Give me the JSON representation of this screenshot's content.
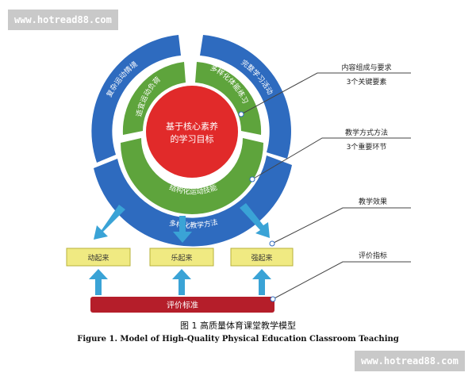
{
  "watermark": {
    "top": "www.hotread88.com",
    "bottom": "www.hotread88.com"
  },
  "diagram": {
    "core_line1": "基于核心素养",
    "core_line2": "的学习目标",
    "inner_ring": {
      "left": "适宜运动负荷",
      "right": "多样化体能练习",
      "bottom": "结构化运动技能"
    },
    "outer_ring": {
      "left": "复杂运动情境",
      "right": "完整学习活动",
      "bottom": "多样化教学方法"
    },
    "boxes": [
      "动起来",
      "乐起来",
      "强起来"
    ],
    "evaluation_bar": "评价标准",
    "annotations": [
      {
        "title": "内容组成与要求",
        "subtitle": "3个关键要素"
      },
      {
        "title": "教学方式方法",
        "subtitle": "3个重要环节"
      },
      {
        "title": "教学效果",
        "subtitle": ""
      },
      {
        "title": "评价指标",
        "subtitle": ""
      }
    ]
  },
  "caption": {
    "cn": "图 1   高质量体育课堂教学模型",
    "en": "Figure 1.    Model of High-Quality Physical Education Classroom Teaching"
  },
  "colors": {
    "outer_ring": "#2e6bbf",
    "inner_ring": "#5ea43c",
    "core": "#e12a2a",
    "box_fill": "#f0ea82",
    "box_border": "#b7b13a",
    "arrow": "#3aa3d6",
    "bar": "#b51e2a",
    "annotation_line": "#444444"
  }
}
